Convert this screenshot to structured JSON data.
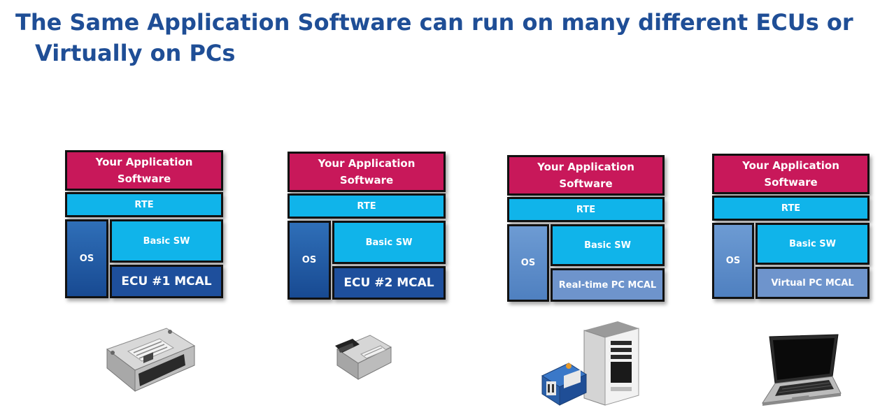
{
  "title": {
    "line1": "The Same Application Software can run on many different ECUs or",
    "line2": "Virtually on PCs"
  },
  "stacks": [
    {
      "app": "Your Application Software",
      "rte": "RTE",
      "os": "OS",
      "bsw": "Basic SW",
      "mcal": "ECU #1  MCAL",
      "device": "ecu-1"
    },
    {
      "app": "Your Application Software",
      "rte": "RTE",
      "os": "OS",
      "bsw": "Basic SW",
      "mcal": "ECU #2  MCAL",
      "device": "ecu-2"
    },
    {
      "app": "Your Application Software",
      "rte": "RTE",
      "os": "OS",
      "bsw": "Basic SW",
      "mcal": "Real-time PC MCAL",
      "device": "desktop-pc"
    },
    {
      "app": "Your Application Software",
      "rte": "RTE",
      "os": "OS",
      "bsw": "Basic SW",
      "mcal": "Virtual PC MCAL",
      "device": "laptop"
    }
  ],
  "colors": {
    "title": "#1f4e96",
    "application": "#c8185a",
    "rte_bsw": "#10b4ea",
    "mcal_ecu": "#1e4f9c",
    "mcal_pc": "#6e94cc"
  }
}
